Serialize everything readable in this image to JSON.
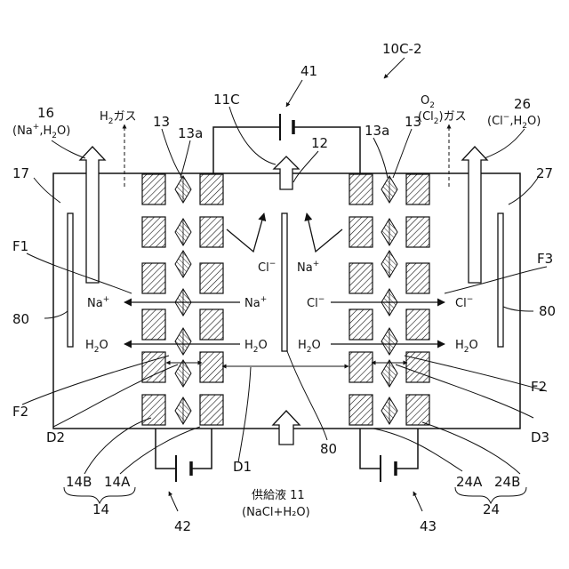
{
  "figure_id": "10C-2",
  "power_sources": {
    "center": "41",
    "lower_left": "42",
    "lower_right": "43"
  },
  "references": {
    "chamber_center": "11C",
    "separator_center": "12",
    "membrane": "13",
    "membrane_inner": "13a",
    "outlet_left": "16",
    "chamber_left": "17",
    "outlet_right": "26",
    "chamber_right": "27",
    "electrode": "80"
  },
  "labels": {
    "left_outlet_species": "(Na",
    "left_outlet_species_sup": "+",
    "left_outlet_species_tail": ",H",
    "left_outlet_species_sub": "2",
    "left_outlet_species_end": "O)",
    "left_gas_head": "H",
    "left_gas_sub": "2",
    "left_gas_tail": "ガス",
    "right_gas_o2_head": "O",
    "right_gas_o2_sub": "2",
    "right_gas_cl2_head": "(Cl",
    "right_gas_cl2_sub": "2",
    "right_gas_cl2_tail": ")ガス",
    "right_outlet_species": "(Cl",
    "right_outlet_species_sup": "−",
    "right_outlet_species_tail": ",H",
    "right_outlet_species_sub": "2",
    "right_outlet_species_end": "O)",
    "ion_cl": "Cl",
    "ion_cl_sup": "−",
    "ion_na": "Na",
    "ion_na_sup": "+",
    "water_h": "H",
    "water_sub": "2",
    "water_o": "O"
  },
  "flows": {
    "F1": "F1",
    "F2": "F2",
    "F3": "F3"
  },
  "distances": {
    "D1": "D1",
    "D2": "D2",
    "D3": "D3"
  },
  "membrane_groups": {
    "left": {
      "b": "14B",
      "a": "14A",
      "group": "14"
    },
    "right": {
      "a": "24A",
      "b": "24B",
      "group": "24"
    }
  },
  "feed": {
    "label": "供給液 11",
    "composition": "(NaCl+H₂O)"
  }
}
